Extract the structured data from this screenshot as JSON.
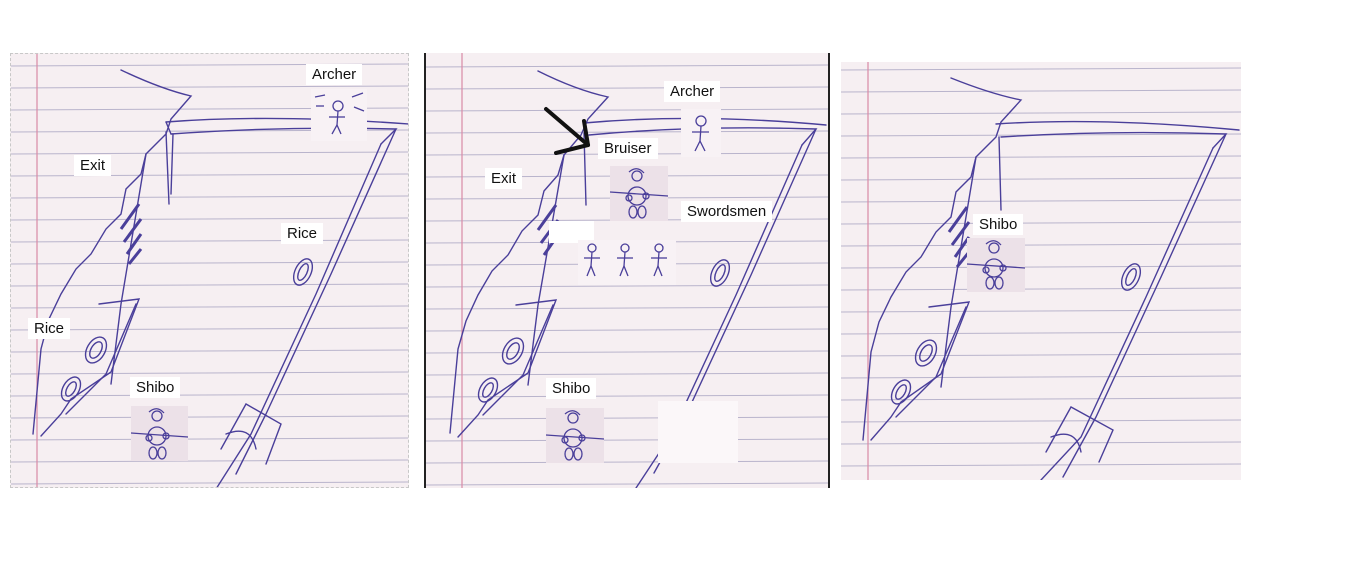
{
  "panels": [
    {
      "labels": {
        "archer": "Archer",
        "exit": "Exit",
        "rice_right": "Rice",
        "rice_left": "Rice",
        "shibo": "Shibo"
      }
    },
    {
      "labels": {
        "archer": "Archer",
        "bruiser": "Bruiser",
        "exit": "Exit",
        "swordsmen": "Swordsmen",
        "shibo": "Shibo"
      }
    },
    {
      "labels": {
        "shibo": "Shibo"
      }
    }
  ],
  "colors": {
    "paper": "#f6eff2",
    "ruled_line": "#b9b4cc",
    "margin_line": "#d98aa6",
    "ink": "#4a3f9a",
    "marker": "#111111"
  }
}
